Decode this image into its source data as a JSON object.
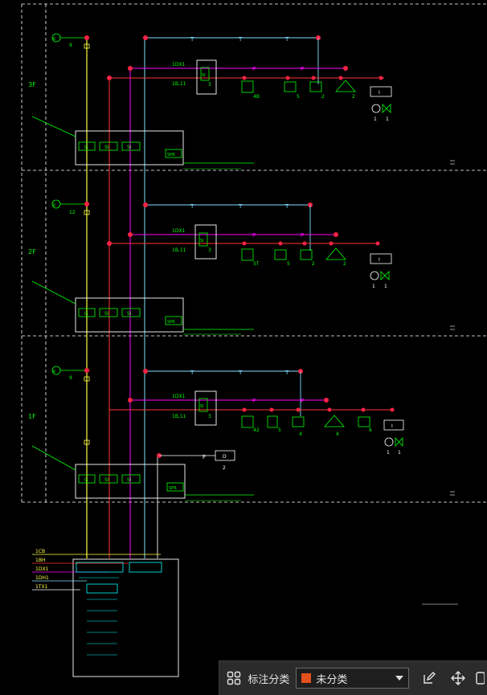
{
  "floors": [
    {
      "label": "3F",
      "smoke_count": "9",
      "heat_label": "4B",
      "device_counts": [
        "5",
        "2",
        "2"
      ],
      "io_counts": [
        "1",
        "1"
      ],
      "module_qty": "3"
    },
    {
      "label": "2F",
      "smoke_count": "12",
      "heat_label": "5T",
      "device_counts": [
        "5",
        "2",
        "2"
      ],
      "io_counts": [
        "1",
        "1"
      ],
      "module_qty": "3"
    },
    {
      "label": "1F",
      "smoke_count": "9",
      "heat_label": "42",
      "device_counts": [
        "5",
        "4",
        "4",
        "6"
      ],
      "io_counts": [
        "1",
        "1"
      ],
      "module_qty": "3"
    }
  ],
  "wire_labels": {
    "t": "T",
    "p": "P",
    "f": "F",
    "bus_left": "1DX1",
    "bus_right": "1B,11"
  },
  "module_box": {
    "g": "G",
    "si": "SI",
    "spr": "SPR"
  },
  "bottom": {
    "fire_detector_tag": "D",
    "fire_detector_qty": "2",
    "left_tags": [
      "1CB",
      "1BH",
      "1DX1",
      "1DH1",
      "1TX1"
    ]
  },
  "colors": {
    "green": "#00ff00",
    "magenta": "#ff00ff",
    "cyan": "#7fe0ff",
    "red": "#ff0000",
    "yellow": "#ffff44",
    "white": "#ffffff"
  },
  "toolbar": {
    "category_label": "标注分类",
    "selected_value": "未分类",
    "swatch_color": "#e4501b"
  }
}
